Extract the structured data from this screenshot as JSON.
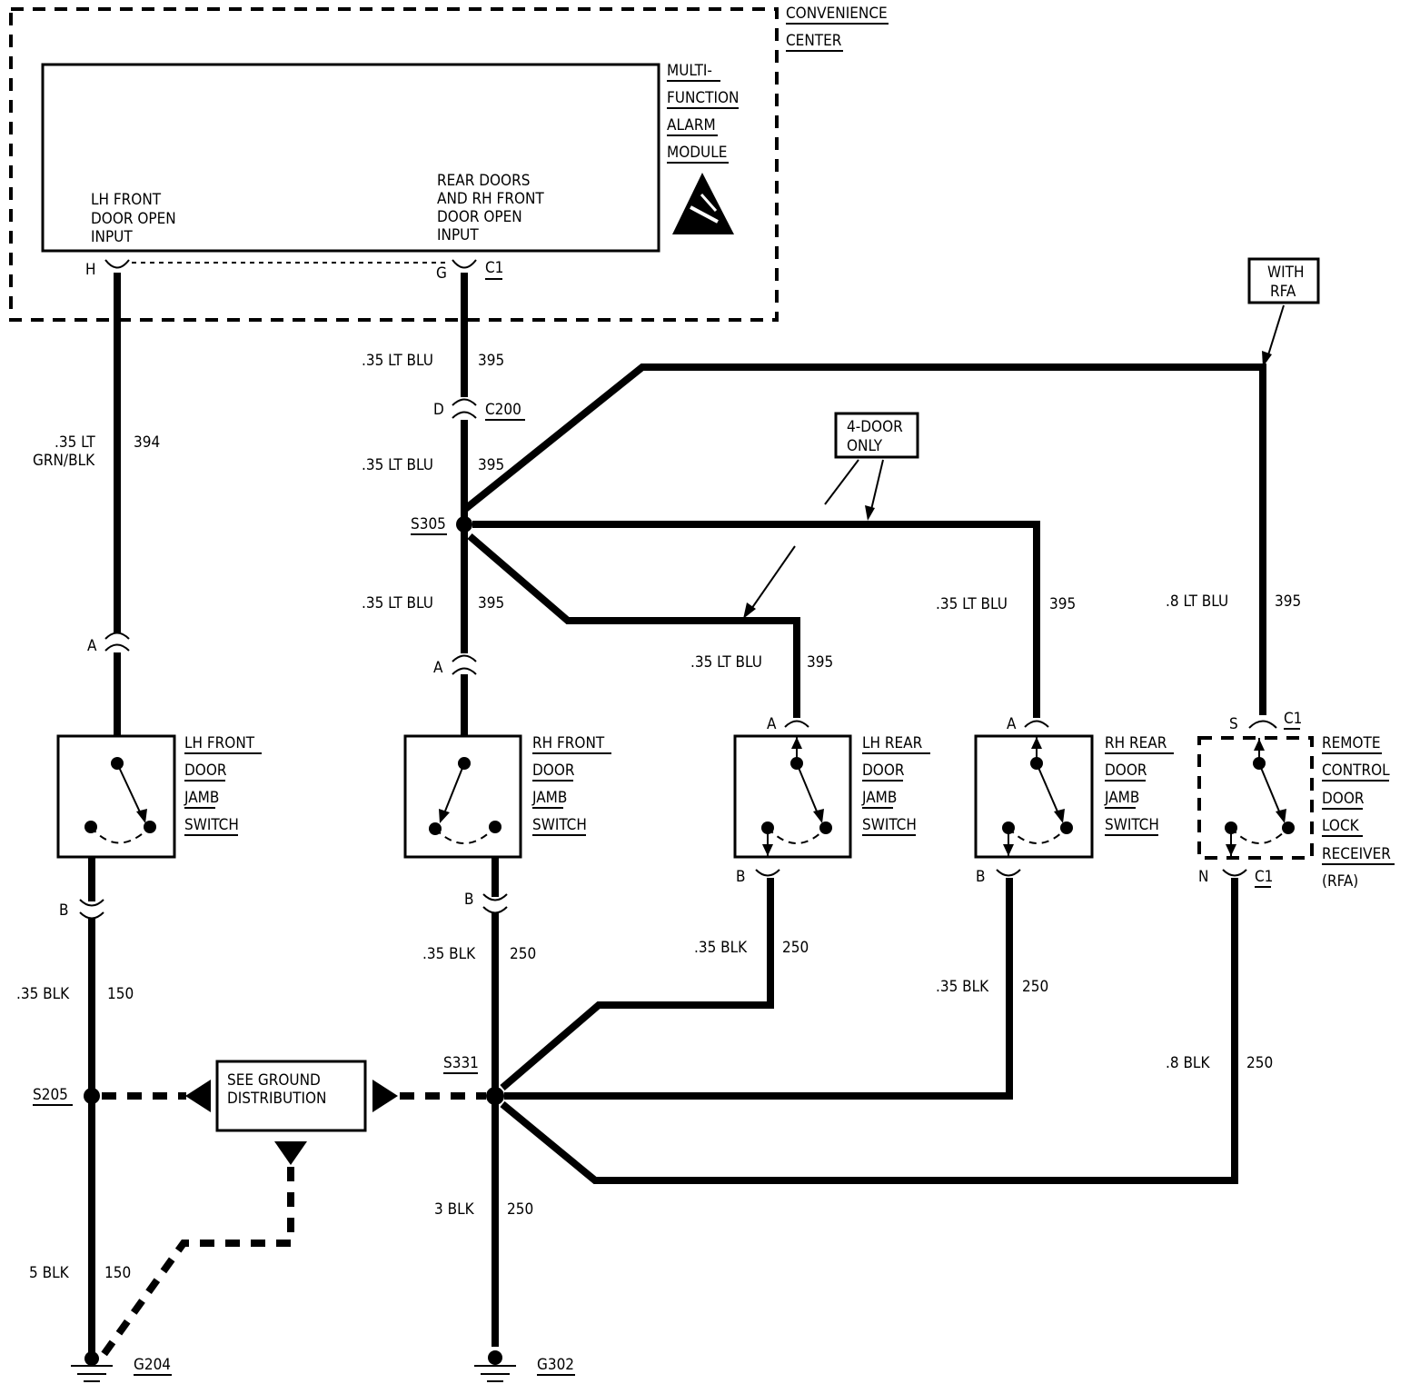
{
  "convenience_center": {
    "line1": "CONVENIENCE",
    "line2": "CENTER"
  },
  "module": {
    "name": [
      "MULTI-",
      "FUNCTION",
      "ALARM",
      "MODULE"
    ],
    "input_lh": [
      "LH FRONT",
      "DOOR OPEN",
      "INPUT"
    ],
    "input_rear": [
      "REAR DOORS",
      "AND RH FRONT",
      "DOOR OPEN",
      "INPUT"
    ],
    "pin_h": "H",
    "pin_g": "G",
    "conn": "C1"
  },
  "with_rfa": [
    "WITH",
    "RFA"
  ],
  "four_door": [
    "4-DOOR",
    "ONLY"
  ],
  "wires": {
    "w394_size": ".35 LT",
    "w394_color": "GRN/BLK",
    "w394_circuit": "394",
    "blu35": ".35 LT BLU",
    "blu8": ".8 LT BLU",
    "c395": "395",
    "blk35": ".35 BLK",
    "blk8": ".8 BLK",
    "blk3": "3 BLK",
    "blk5": "5 BLK",
    "c150": "150",
    "c250": "250"
  },
  "connectors": {
    "c200": "C200",
    "pin_d": "D",
    "pin_a": "A",
    "pin_b": "B",
    "pin_s": "S",
    "pin_n": "N",
    "c1": "C1"
  },
  "splices": {
    "s305": "S305",
    "s331": "S331",
    "s205": "S205"
  },
  "grounds": {
    "g204": "G204",
    "g302": "G302"
  },
  "ground_dist": [
    "SEE GROUND",
    "DISTRIBUTION"
  ],
  "switches": {
    "lh_front": [
      "LH FRONT",
      "DOOR",
      "JAMB",
      "SWITCH"
    ],
    "rh_front": [
      "RH FRONT",
      "DOOR",
      "JAMB",
      "SWITCH"
    ],
    "lh_rear": [
      "LH REAR",
      "DOOR",
      "JAMB",
      "SWITCH"
    ],
    "rh_rear": [
      "RH REAR",
      "DOOR",
      "JAMB",
      "SWITCH"
    ],
    "receiver": [
      "REMOTE",
      "CONTROL",
      "DOOR",
      "LOCK",
      "RECEIVER",
      "(RFA)"
    ]
  }
}
